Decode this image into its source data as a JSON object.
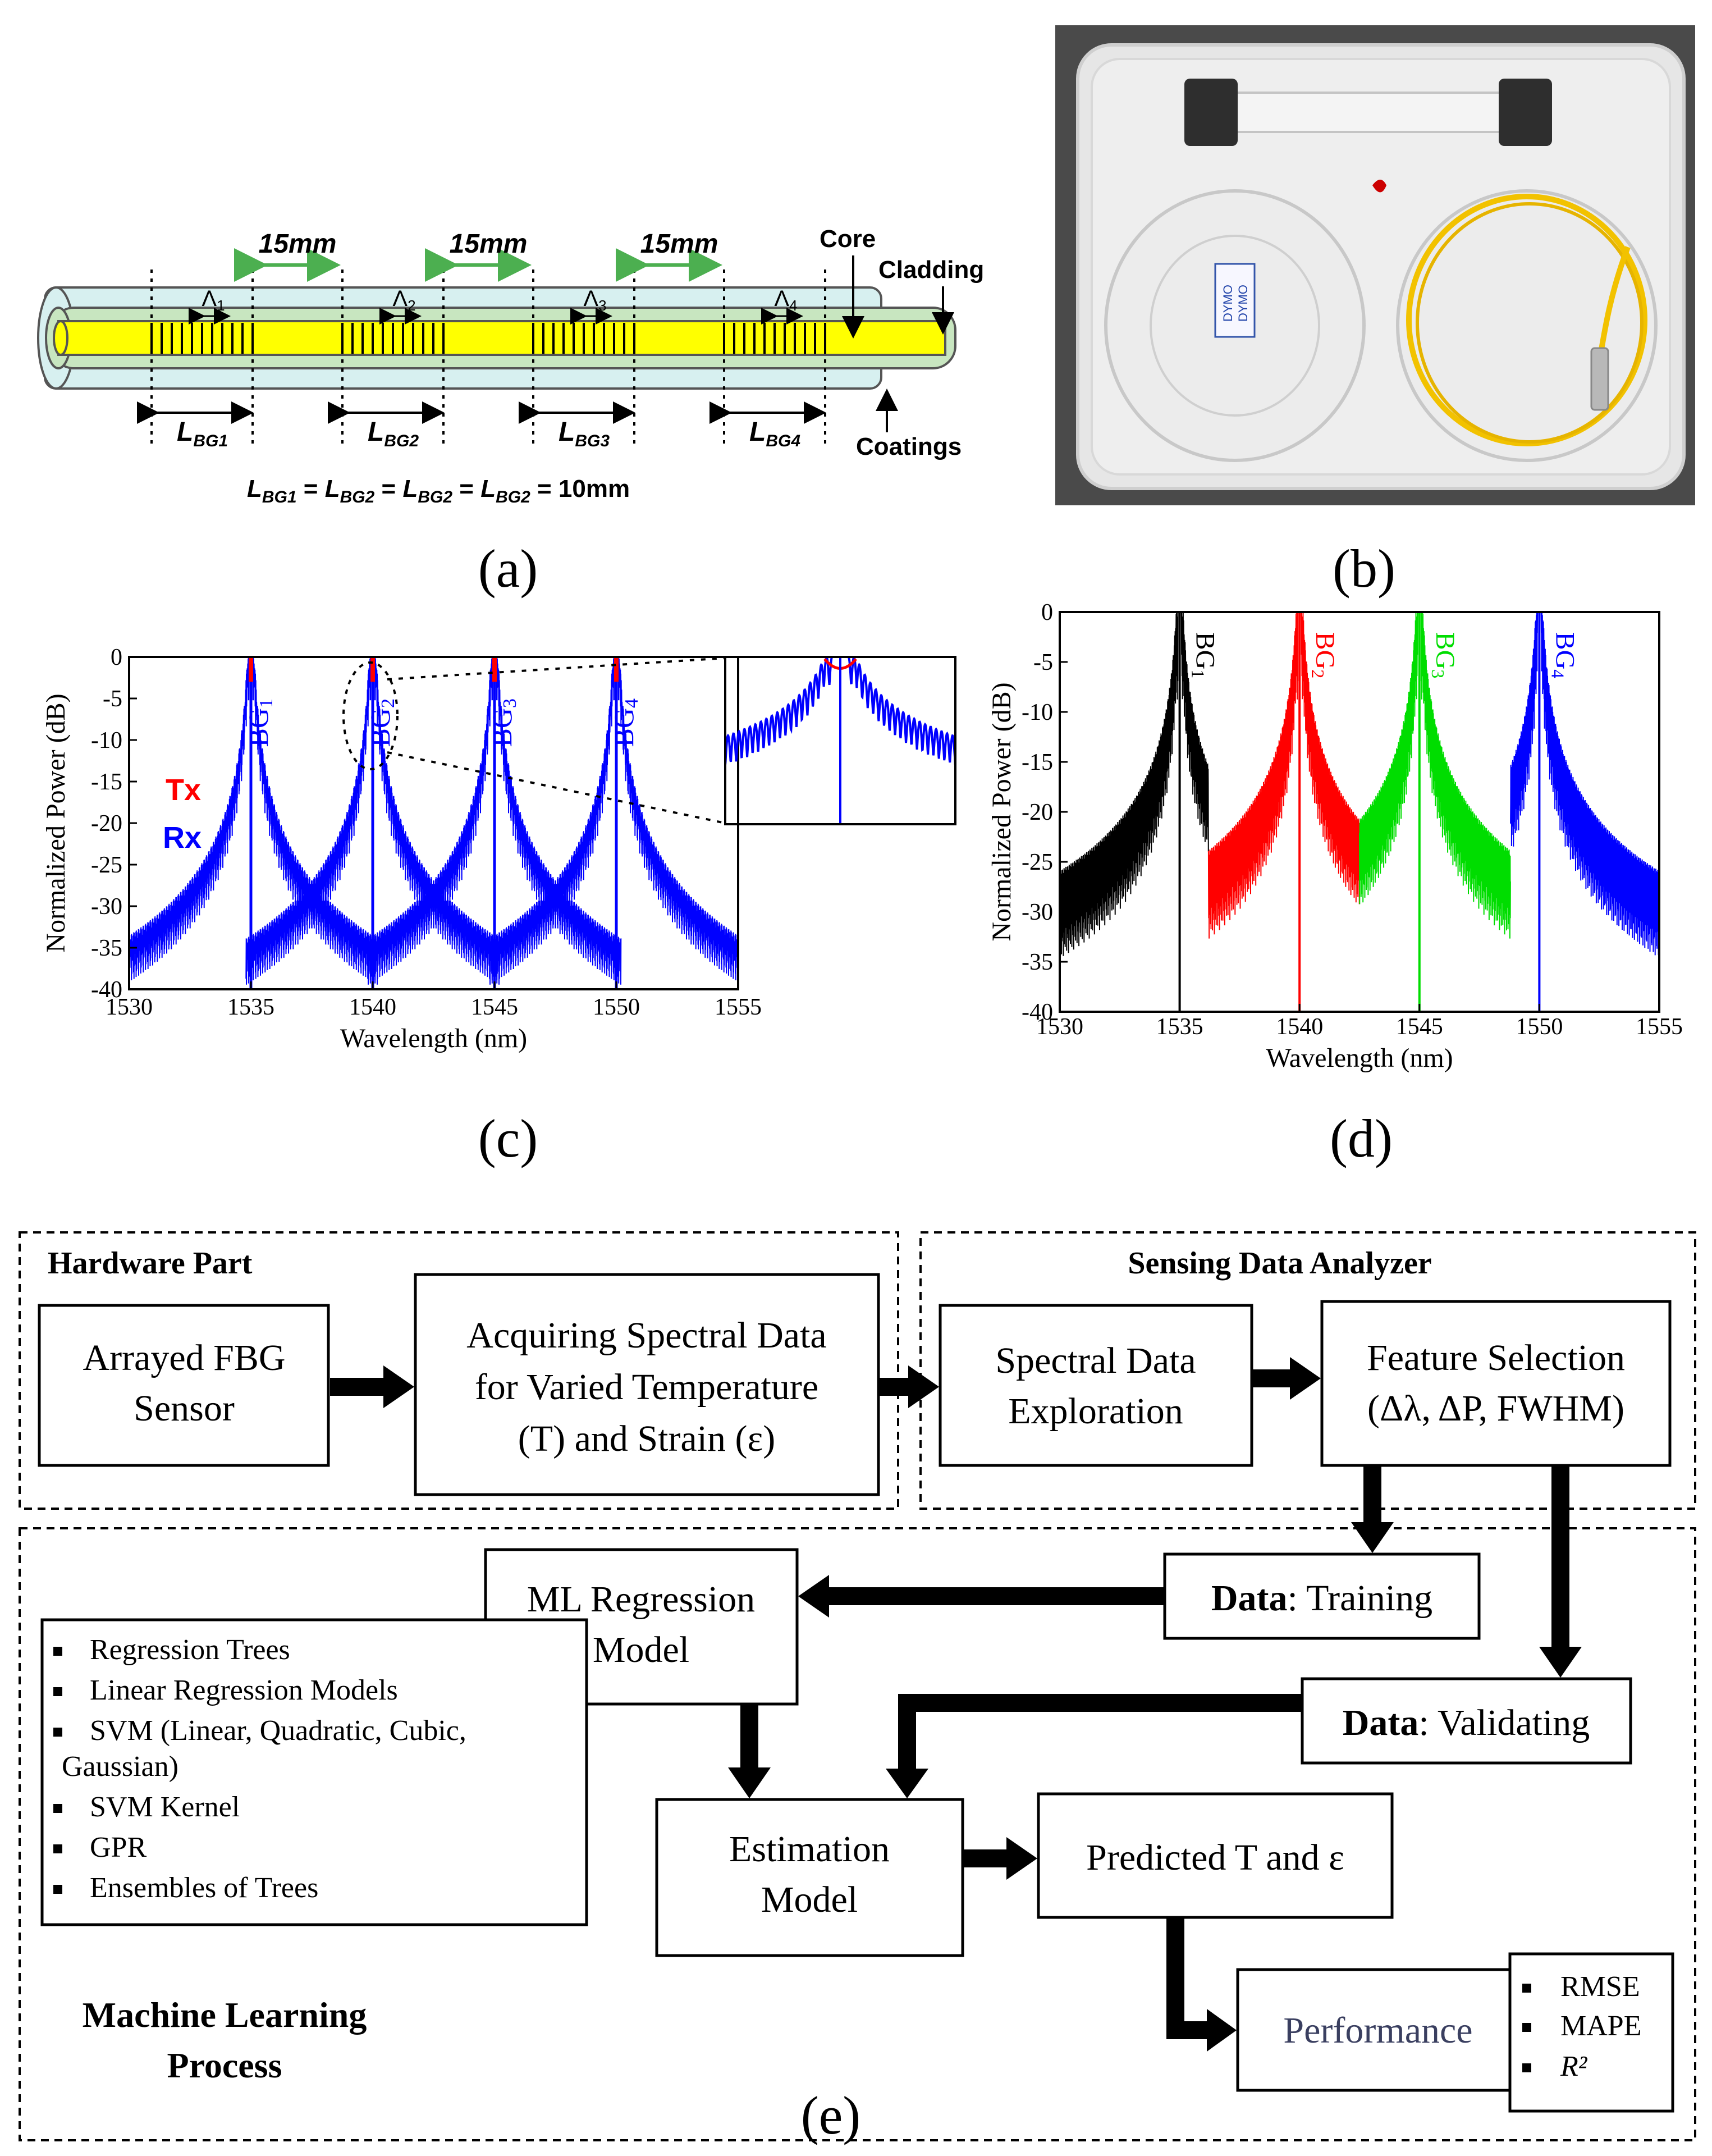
{
  "panel_labels": {
    "a": "(a)",
    "b": "(b)",
    "c": "(c)",
    "d": "(d)",
    "e": "(e)"
  },
  "colors": {
    "tx": "#ff0000",
    "rx": "#0000ff",
    "bg1_d": "#000000",
    "bg2_d": "#ff0000",
    "bg3_d": "#00dd00",
    "bg4_d": "#0000ff",
    "core": "#ffff00",
    "cladding": "#c8e6c0",
    "coating": "#d7f0f0"
  },
  "panel_a": {
    "spacing_labels": [
      "15mm",
      "15mm",
      "15mm"
    ],
    "period_labels": [
      "Λ",
      "Λ",
      "Λ",
      "Λ"
    ],
    "period_subs": [
      "1",
      "2",
      "3",
      "4"
    ],
    "length_main": [
      "L",
      "L",
      "L",
      "L"
    ],
    "length_subs": [
      "BG1",
      "BG2",
      "BG3",
      "BG4"
    ],
    "core_label": "Core",
    "cladding_label": "Cladding",
    "coatings_label": "Coatings",
    "equation": "LBG1 = LBG2 = LBG2 = LBG2 = 10mm",
    "equation_parts": {
      "l": "L",
      "s1": "BG1",
      "s2": "BG2",
      "s3": "BG2",
      "s4": "BG2",
      "eq": " = ",
      "value": " = 10mm"
    }
  },
  "panel_b": {
    "photo_labels": [
      "DYMO",
      "DYMO"
    ],
    "photo_icons": [
      "fiber-holder-photo-icon"
    ]
  },
  "chart_data": [
    {
      "id": "c",
      "type": "line",
      "xlabel": "Wavelength (nm)",
      "ylabel": "Normalized Power (dB)",
      "xlim": [
        1530,
        1555
      ],
      "ylim": [
        -40,
        0
      ],
      "xticks": [
        1530,
        1535,
        1540,
        1545,
        1550,
        1555
      ],
      "yticks": [
        0,
        -5,
        -10,
        -15,
        -20,
        -25,
        -30,
        -35,
        -40
      ],
      "peaks": [
        1535,
        1540,
        1545,
        1550
      ],
      "peak_labels": [
        "BG",
        "BG",
        "BG",
        "BG"
      ],
      "peak_subs": [
        "1",
        "2",
        "3",
        "4"
      ],
      "series": [
        {
          "name": "Tx",
          "color": "#ff0000"
        },
        {
          "name": "Rx",
          "color": "#0000ff"
        }
      ]
    },
    {
      "id": "d",
      "type": "line",
      "xlabel": "Wavelength (nm)",
      "ylabel": "Normalized Power (dB)",
      "xlim": [
        1530,
        1555
      ],
      "ylim": [
        -40,
        0
      ],
      "xticks": [
        1530,
        1535,
        1540,
        1545,
        1550,
        1555
      ],
      "yticks": [
        0,
        -5,
        -10,
        -15,
        -20,
        -25,
        -30,
        -35,
        -40
      ],
      "peaks": [
        1535,
        1540,
        1545,
        1550
      ],
      "series": [
        {
          "name": "BG1",
          "label": "BG",
          "sub": "1",
          "color": "#000000",
          "range": [
            1530,
            1536.2
          ]
        },
        {
          "name": "BG2",
          "label": "BG",
          "sub": "2",
          "color": "#ff0000",
          "range": [
            1536.2,
            1542.5
          ]
        },
        {
          "name": "BG3",
          "label": "BG",
          "sub": "3",
          "color": "#00dd00",
          "range": [
            1542.5,
            1548.8
          ]
        },
        {
          "name": "BG4",
          "label": "BG",
          "sub": "4",
          "color": "#0000ff",
          "range": [
            1548.8,
            1555
          ]
        }
      ]
    }
  ],
  "panel_e": {
    "hardware_title": "Hardware Part",
    "analyzer_title": "Sensing Data Analyzer",
    "ml_title_1": "Machine Learning",
    "ml_title_2": "Process",
    "box_fbg": [
      "Arrayed FBG",
      "Sensor"
    ],
    "box_acquire": [
      "Acquiring Spectral Data",
      "for Varied Temperature",
      "(T) and Strain (ε)"
    ],
    "box_explore": [
      "Spectral Data",
      "Exploration"
    ],
    "box_feature": [
      "Feature Selection",
      "(Δλ, ΔP, FWHM)"
    ],
    "box_ml": [
      "ML Regression",
      "Model"
    ],
    "box_training": {
      "bold": "Data",
      "rest": ": Training"
    },
    "box_validating": {
      "bold": "Data",
      "rest": ": Validating"
    },
    "box_estimation": [
      "Estimation",
      "Model"
    ],
    "box_predicted": "Predicted T and ε",
    "box_performance": "Performance",
    "model_list": [
      "Regression Trees",
      "Linear Regression Models",
      "SVM (Linear, Quadratic, Cubic,",
      "Gaussian)",
      "SVM Kernel",
      "GPR",
      "Ensembles of Trees"
    ],
    "metrics": [
      "RMSE",
      "MAPE",
      "R²"
    ]
  }
}
